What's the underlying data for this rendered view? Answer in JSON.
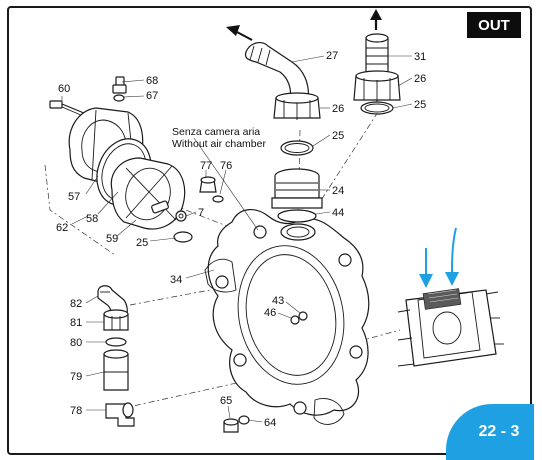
{
  "badge_out": "OUT",
  "page_number": "22 - 3",
  "caption": {
    "line1": "Senza camera aria",
    "line2": "Without air chamber"
  },
  "callouts": {
    "c60": "60",
    "c68": "68",
    "c67": "67",
    "c57": "57",
    "c58": "58",
    "c62": "62",
    "c59": "59",
    "c25a": "25",
    "c77": "77",
    "c76": "76",
    "c7": "7",
    "c27": "27",
    "c26a": "26",
    "c25b": "25",
    "c24": "24",
    "c44": "44",
    "c31": "31",
    "c26b": "26",
    "c25c": "25",
    "c34": "34",
    "c43": "43",
    "c46": "46",
    "c82": "82",
    "c81": "81",
    "c80": "80",
    "c79": "79",
    "c78": "78",
    "c65": "65",
    "c64": "64"
  },
  "colors": {
    "accent_blue": "#1fa0e3",
    "badge_black": "#0d0d0d"
  }
}
